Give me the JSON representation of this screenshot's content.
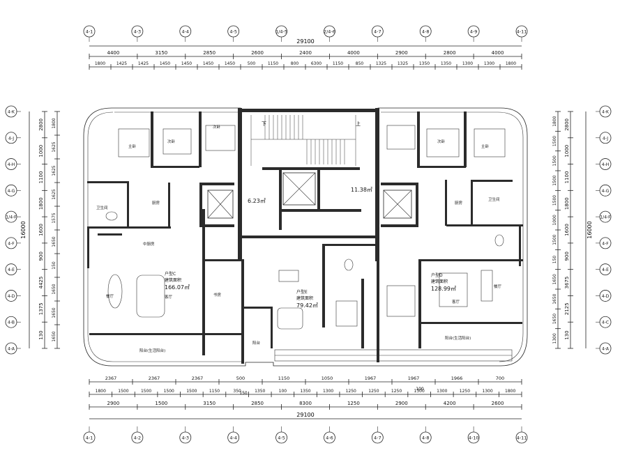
{
  "grid": {
    "top": [
      "4-1",
      "4-3",
      "4-4",
      "4-5",
      "1/4-5",
      "2/4-6",
      "4-7",
      "4-8",
      "4-9",
      "4-11"
    ],
    "bottom": [
      "4-1",
      "4-2",
      "4-3",
      "4-4",
      "4-5",
      "4-6",
      "4-7",
      "4-8",
      "4-10",
      "4-11"
    ],
    "left": [
      "4-K",
      "4-J",
      "4-H",
      "4-G",
      "1/4-F",
      "4-F",
      "4-E",
      "4-D",
      "4-B",
      "4-A"
    ],
    "right": [
      "4-K",
      "4-J",
      "4-H",
      "4-G",
      "1/4-F",
      "4-F",
      "4-E",
      "4-D",
      "4-C",
      "4-A"
    ]
  },
  "dims": {
    "top_total": "29100",
    "top_row1": [
      "4400",
      "3150",
      "2850",
      "2600",
      "2400",
      "4000",
      "2900",
      "2800",
      "4000"
    ],
    "top_row2": [
      "1800",
      "1425",
      "1425",
      "1450",
      "1450",
      "1450",
      "1450",
      "500",
      "1150",
      "800",
      "6300",
      "1150",
      "850",
      "1325",
      "1325",
      "1350",
      "1350",
      "1300",
      "1300",
      "1800"
    ],
    "bottom_row1": [
      "2367",
      "2367",
      "2367",
      "500",
      "1150",
      "1050",
      "1967",
      "1967",
      "1966",
      "700"
    ],
    "bottom_row2": [
      "1800",
      "1500",
      "1500",
      "1500",
      "1500",
      "1150",
      "350",
      "1350",
      "100",
      "1350",
      "1300",
      "1250",
      "1250",
      "1250",
      "1300",
      "1300",
      "1250",
      "1300",
      "1800"
    ],
    "bottom_row3": [
      "2900",
      "1500",
      "3150",
      "2850",
      "8300",
      "1250",
      "2900",
      "4200",
      "2600"
    ],
    "bottom_total": "29100",
    "bottom_small": [
      "150",
      "100"
    ],
    "left_total": "16000",
    "left_row1": [
      "2800",
      "1000",
      "1100",
      "1800",
      "1600",
      "900",
      "4425",
      "1375",
      "130"
    ],
    "left_row2": [
      "1800",
      "1625",
      "1625",
      "1625",
      "1575",
      "1650",
      "150",
      "1650",
      "1650",
      "1650"
    ],
    "right_total": "16000",
    "right_row1": [
      "2800",
      "1000",
      "1100",
      "1800",
      "1600",
      "900",
      "3675",
      "2125",
      "130"
    ],
    "right_row2": [
      "1800",
      "1500",
      "1500",
      "1500",
      "1500",
      "1000",
      "1500",
      "150",
      "1650",
      "1650",
      "1650",
      "1300"
    ]
  },
  "labels": {
    "unit_c": "户型C",
    "unit_c_area_label": "建筑面积",
    "unit_c_area": "166.07㎡",
    "unit_e": "户型E",
    "unit_e_area_label": "建筑面积",
    "unit_e_area": "79.42㎡",
    "unit_d": "户型D",
    "unit_d_area_label": "建筑面积",
    "unit_d_area": "128.99㎡",
    "core_area_a": "6.23㎡",
    "core_area_b": "11.38㎡",
    "rooms": [
      "主卧",
      "次卧",
      "次卧",
      "卫生间",
      "厨房",
      "餐厅",
      "客厅",
      "阳台(生活阳台)",
      "中厨房",
      "书房",
      "主卧",
      "次卧",
      "卫生间",
      "餐厅",
      "客厅",
      "阳台(生活阳台)",
      "厨房",
      "阳台"
    ],
    "stair_down": "下",
    "stair_up": "上"
  }
}
